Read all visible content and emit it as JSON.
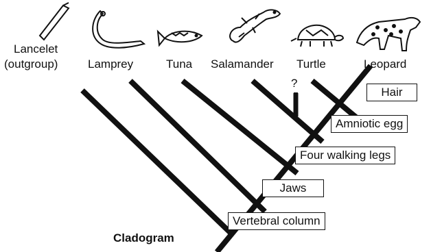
{
  "title": "Cladogram",
  "organisms": {
    "lancelet": "Lancelet",
    "lancelet_note": "(outgroup)",
    "lamprey": "Lamprey",
    "tuna": "Tuna",
    "salamander": "Salamander",
    "turtle": "Turtle",
    "leopard": "Leopard"
  },
  "question_mark": "?",
  "traits": {
    "hair": "Hair",
    "amniotic_egg": "Amniotic egg",
    "four_walking_legs": "Four walking legs",
    "jaws": "Jaws",
    "vertebral_column": "Vertebral column"
  },
  "colors": {
    "ink": "#111111",
    "background": "#ffffff"
  }
}
